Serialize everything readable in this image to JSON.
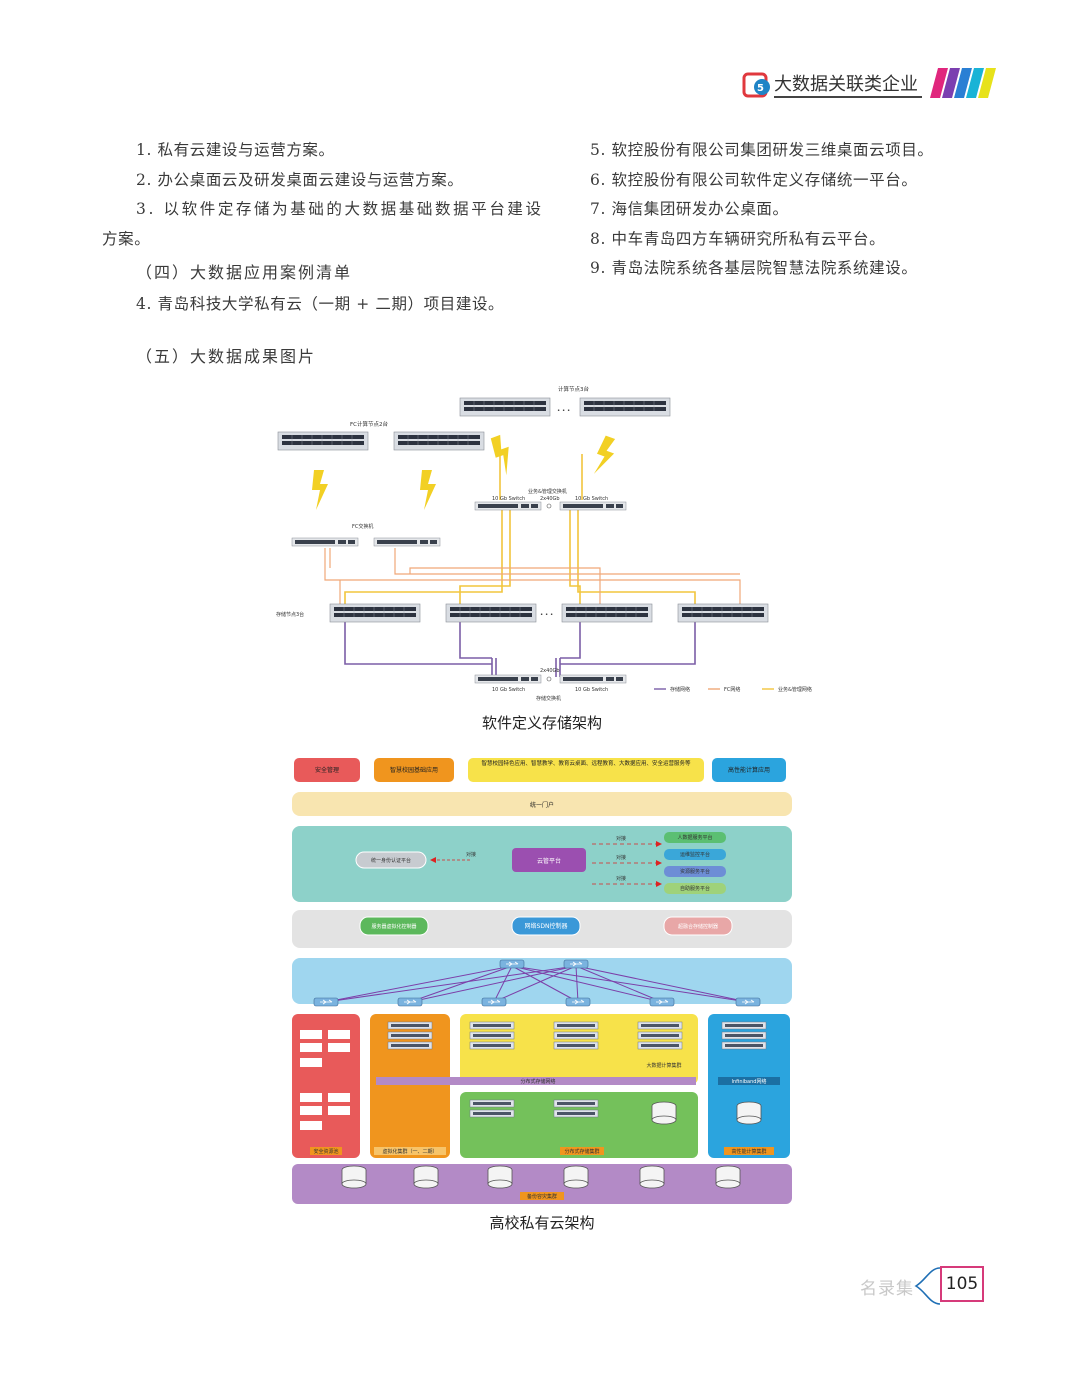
{
  "header": {
    "logo_text": "大数据关联类企业"
  },
  "left_column": {
    "items": [
      "1. 私有云建设与运营方案。",
      "2. 办公桌面云及研发桌面云建设与运营方案。",
      "3. 以软件定存储为基础的大数据基础数据平台建设",
      "方案。"
    ],
    "section4_title": "（四）大数据应用案例清单",
    "section4_item": "4. 青岛科技大学私有云（一期 + 二期）项目建设。",
    "section5_title": "（五）大数据成果图片"
  },
  "right_column": {
    "items": [
      "5. 软控股份有限公司集团研发三维桌面云项目。",
      "6. 软控股份有限公司软件定义存储统一平台。",
      "7. 海信集团研发办公桌面。",
      "8. 中车青岛四方车辆研究所私有云平台。",
      "9. 青岛法院系统各基层院智慧法院系统建设。"
    ]
  },
  "figure1": {
    "caption": "软件定义存储架构",
    "labels": {
      "compute_nodes": "计算节点3台",
      "fc_compute": "FC计算节点2台",
      "biz_switch": "业务&管理交换机",
      "switch_speed_top": "2x40Gb",
      "switch_a": "10 Gb Switch",
      "switch_b": "10 Gb Switch",
      "fc_switch": "FC交换机",
      "storage_nodes": "存储节点3台",
      "switch_speed_bottom": "2x40Gb",
      "switch_c": "10 Gb Switch",
      "switch_d": "10 Gb Switch",
      "storage_switch": "存储交换机",
      "ellipsis": "• • •"
    },
    "legend": [
      "存储网络",
      "FC网络",
      "业务&管理网络"
    ],
    "colors": {
      "storage": "#7b5ea7",
      "fc": "#f0a878",
      "business": "#f2c53d"
    }
  },
  "figure2": {
    "caption": "高校私有云架构",
    "top_boxes": [
      "安全管理",
      "智慧校园基础应用",
      "智慧校园特色应用、智慧教学、教育云桌面、远程教育、大数据应用、安全运营服务等",
      "高性能计算应用"
    ],
    "portal": "统一门户",
    "platform": {
      "left": "统一身份认证平台",
      "center": "云管平台",
      "right_items": [
        "人数据服务平台",
        "运维监控平台",
        "资源服务平台",
        "自助服务平台"
      ],
      "arrow_labels": [
        "对接",
        "对接",
        "对接",
        "对接"
      ]
    },
    "controllers": [
      "服务器虚拟化控制器",
      "网络SDN控制器",
      "超融合存储控制器"
    ],
    "zone_labels": [
      "安全资源池",
      "虚拟化集群（一、二期）",
      "分布式存储网络",
      "分布式存储集群",
      "大数据计算集群",
      "Infiniband网络",
      "高性能计算集群"
    ],
    "bottom_label": "备份容灾集群",
    "colors": {
      "red": "#e85a5a",
      "orange": "#f0951e",
      "yellow": "#f7e24a",
      "blue": "#2ba4de",
      "green": "#74c15b",
      "purple": "#b38ac6",
      "teal": "#8dd1c9"
    }
  },
  "footer": {
    "book_label": "名录集",
    "page_number": "105"
  }
}
